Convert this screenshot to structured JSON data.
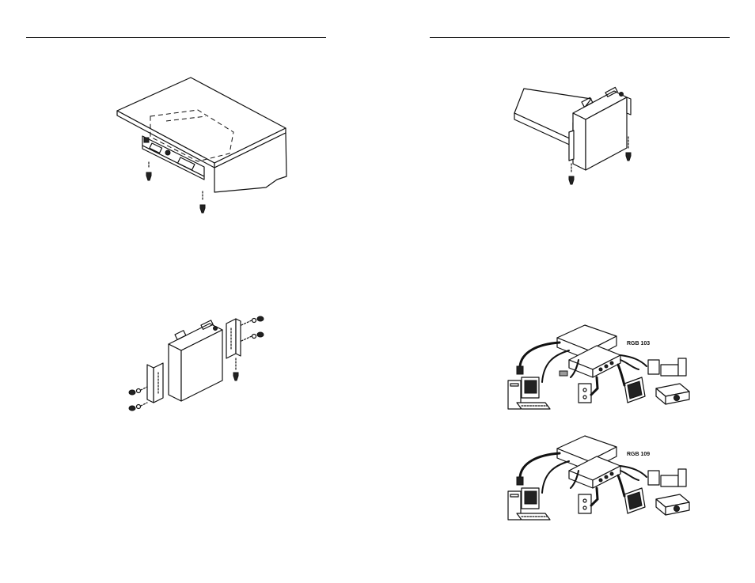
{
  "left_page": {
    "figures": [
      {
        "icon": "under-desk-mount-illustration"
      },
      {
        "icon": "mounting-bracket-assembly-illustration"
      }
    ]
  },
  "right_page": {
    "figures": [
      {
        "icon": "side-mount-illustration"
      },
      {
        "icon": "connection-diagram-illustration",
        "model_label": "RGB 103"
      },
      {
        "icon": "connection-diagram-illustration",
        "model_label": "RGB 109"
      }
    ]
  }
}
